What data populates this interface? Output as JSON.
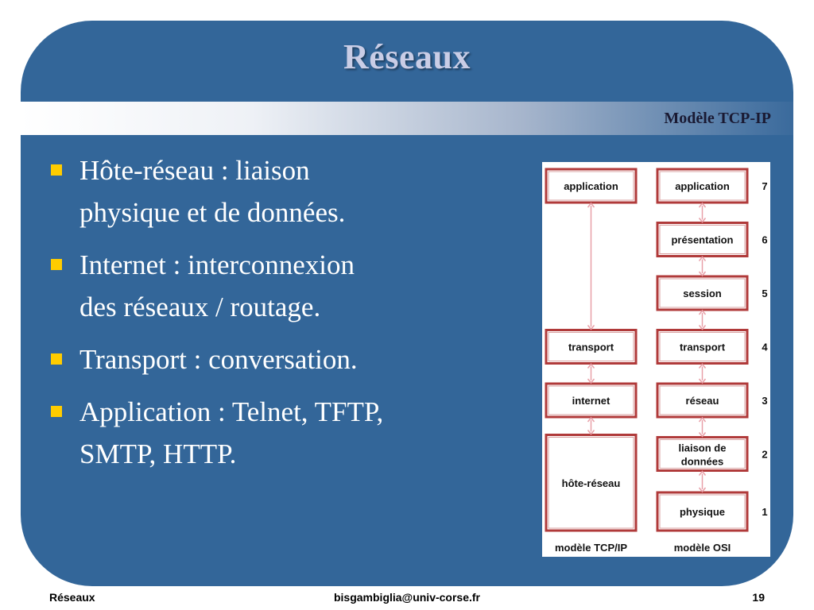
{
  "slide": {
    "title": "Réseaux",
    "subtitle": "Modèle TCP-IP",
    "bullets": [
      {
        "lines": [
          "Hôte-réseau : liaison",
          "physique et de données."
        ]
      },
      {
        "lines": [
          "Internet : interconnexion",
          "des réseaux /  routage."
        ]
      },
      {
        "lines": [
          "Transport :  conversation."
        ]
      },
      {
        "lines": [
          "Application : Telnet, TFTP,",
          "SMTP, HTTP."
        ]
      }
    ],
    "bullet_color": "#ffcc00",
    "panel_color": "#336699"
  },
  "figure": {
    "tcpip": {
      "caption": "modèle TCP/IP",
      "layers": [
        "application",
        "transport",
        "internet",
        "hôte-réseau"
      ]
    },
    "osi": {
      "caption": "modèle OSI",
      "layers": [
        "application",
        "présentation",
        "session",
        "transport",
        "réseau",
        "liaison de données",
        "physique"
      ],
      "layer_lines": [
        [
          "application"
        ],
        [
          "présentation"
        ],
        [
          "session"
        ],
        [
          "transport"
        ],
        [
          "réseau"
        ],
        [
          "liaison de",
          "données"
        ],
        [
          "physique"
        ]
      ],
      "numbers": [
        "7",
        "6",
        "5",
        "4",
        "3",
        "2",
        "1"
      ]
    },
    "box_border_color": "#b03a3a",
    "arrow_color": "#e8a0a8"
  },
  "footer": {
    "left": "Réseaux",
    "center": "bisgambiglia@univ-corse.fr",
    "right": "19"
  }
}
